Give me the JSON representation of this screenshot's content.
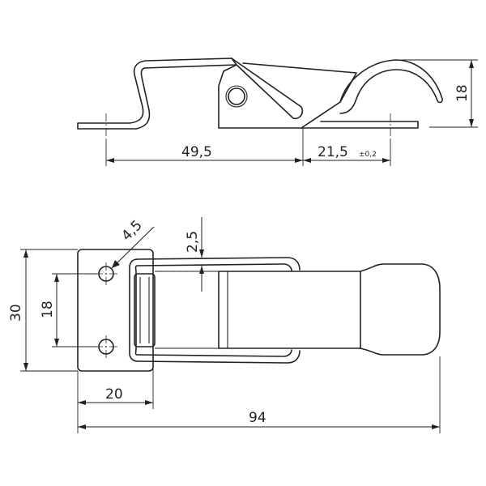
{
  "dimensions": {
    "side_length": "49,5",
    "side_offset": "21,5",
    "side_tolerance": "±0,2",
    "side_height": "18",
    "front_hole_dia": "4,5",
    "front_thickness": "2,5",
    "front_height": "30",
    "front_hole_spacing": "18",
    "front_plate_width": "20",
    "front_total_length": "94"
  }
}
